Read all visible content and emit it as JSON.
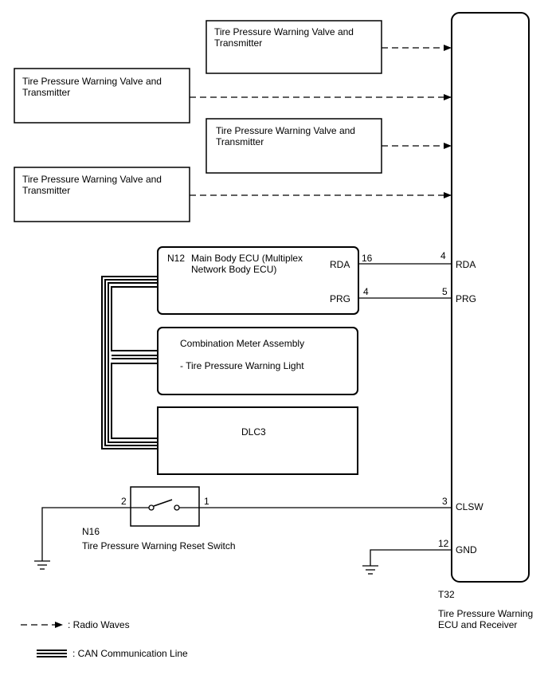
{
  "transmitters": [
    {
      "line1": "Tire Pressure Warning Valve and",
      "line2": "Transmitter"
    },
    {
      "line1": "Tire Pressure Warning Valve and",
      "line2": "Transmitter"
    },
    {
      "line1": "Tire Pressure Warning Valve and",
      "line2": "Transmitter"
    },
    {
      "line1": "Tire Pressure Warning Valve and",
      "line2": "Transmitter"
    }
  ],
  "main_body_ecu": {
    "code": "N12",
    "line1": "Main Body ECU (Multiplex",
    "line2": "Network Body ECU)",
    "pin_rda_label": "RDA",
    "pin_rda_num": "16",
    "pin_prg_label": "PRG",
    "pin_prg_num": "4"
  },
  "combination_meter": {
    "line1": "Combination Meter Assembly",
    "line2": "- Tire Pressure Warning Light"
  },
  "dlc3": {
    "label": "DLC3"
  },
  "reset_switch": {
    "code": "N16",
    "name": "Tire Pressure Warning Reset Switch",
    "pin_left": "2",
    "pin_right": "1"
  },
  "receiver": {
    "code": "T32",
    "line1": "Tire Pressure Warning",
    "line2": "ECU and Receiver",
    "pins": [
      {
        "num": "4",
        "label": "RDA"
      },
      {
        "num": "5",
        "label": "PRG"
      },
      {
        "num": "3",
        "label": "CLSW"
      },
      {
        "num": "12",
        "label": "GND"
      }
    ]
  },
  "legend": {
    "radio": ": Radio Waves",
    "can": ": CAN Communication Line"
  }
}
